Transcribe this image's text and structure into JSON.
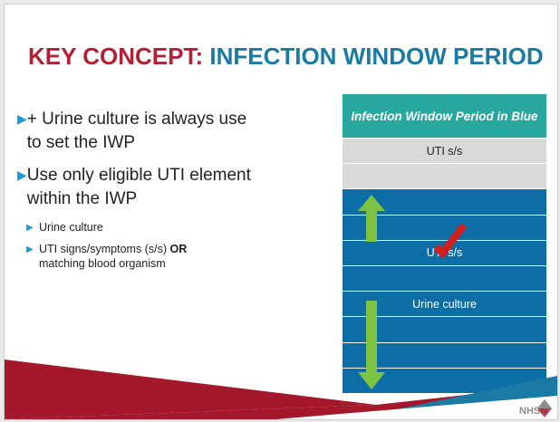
{
  "title": {
    "keyword": "KEY CONCEPT:",
    "rest": "INFECTION WINDOW PERIOD"
  },
  "bullets": [
    {
      "text": "+ Urine culture is always use to set the IWP"
    },
    {
      "text": "Use only eligible UTI element within the IWP"
    }
  ],
  "sub_bullets": {
    "first": "Urine culture",
    "second_prefix": "UTI signs/symptoms (s/s)",
    "second_bold": "OR",
    "second_suffix": "matching blood organism"
  },
  "table": {
    "header": "Infection Window Period in Blue",
    "rows": [
      "UTI s/s",
      "",
      "",
      "",
      "UTI s/s",
      "",
      "Urine culture",
      "",
      "",
      ""
    ]
  },
  "colors": {
    "title_keyword": "#b22234",
    "title_rest": "#1a7aa4",
    "header_bg": "#27a79e",
    "blue_row": "#0d6ea5",
    "gray_row": "#d9d9d9",
    "arrow": "#7dc242",
    "checkmark": "#d11e1e",
    "footer_red": "#a4182c",
    "footer_blue": "#1a7aa4"
  },
  "icons": {
    "checkmark": "checkmark-icon",
    "double_arrow": "double-arrow-icon",
    "logo": "nhsn-logo"
  }
}
